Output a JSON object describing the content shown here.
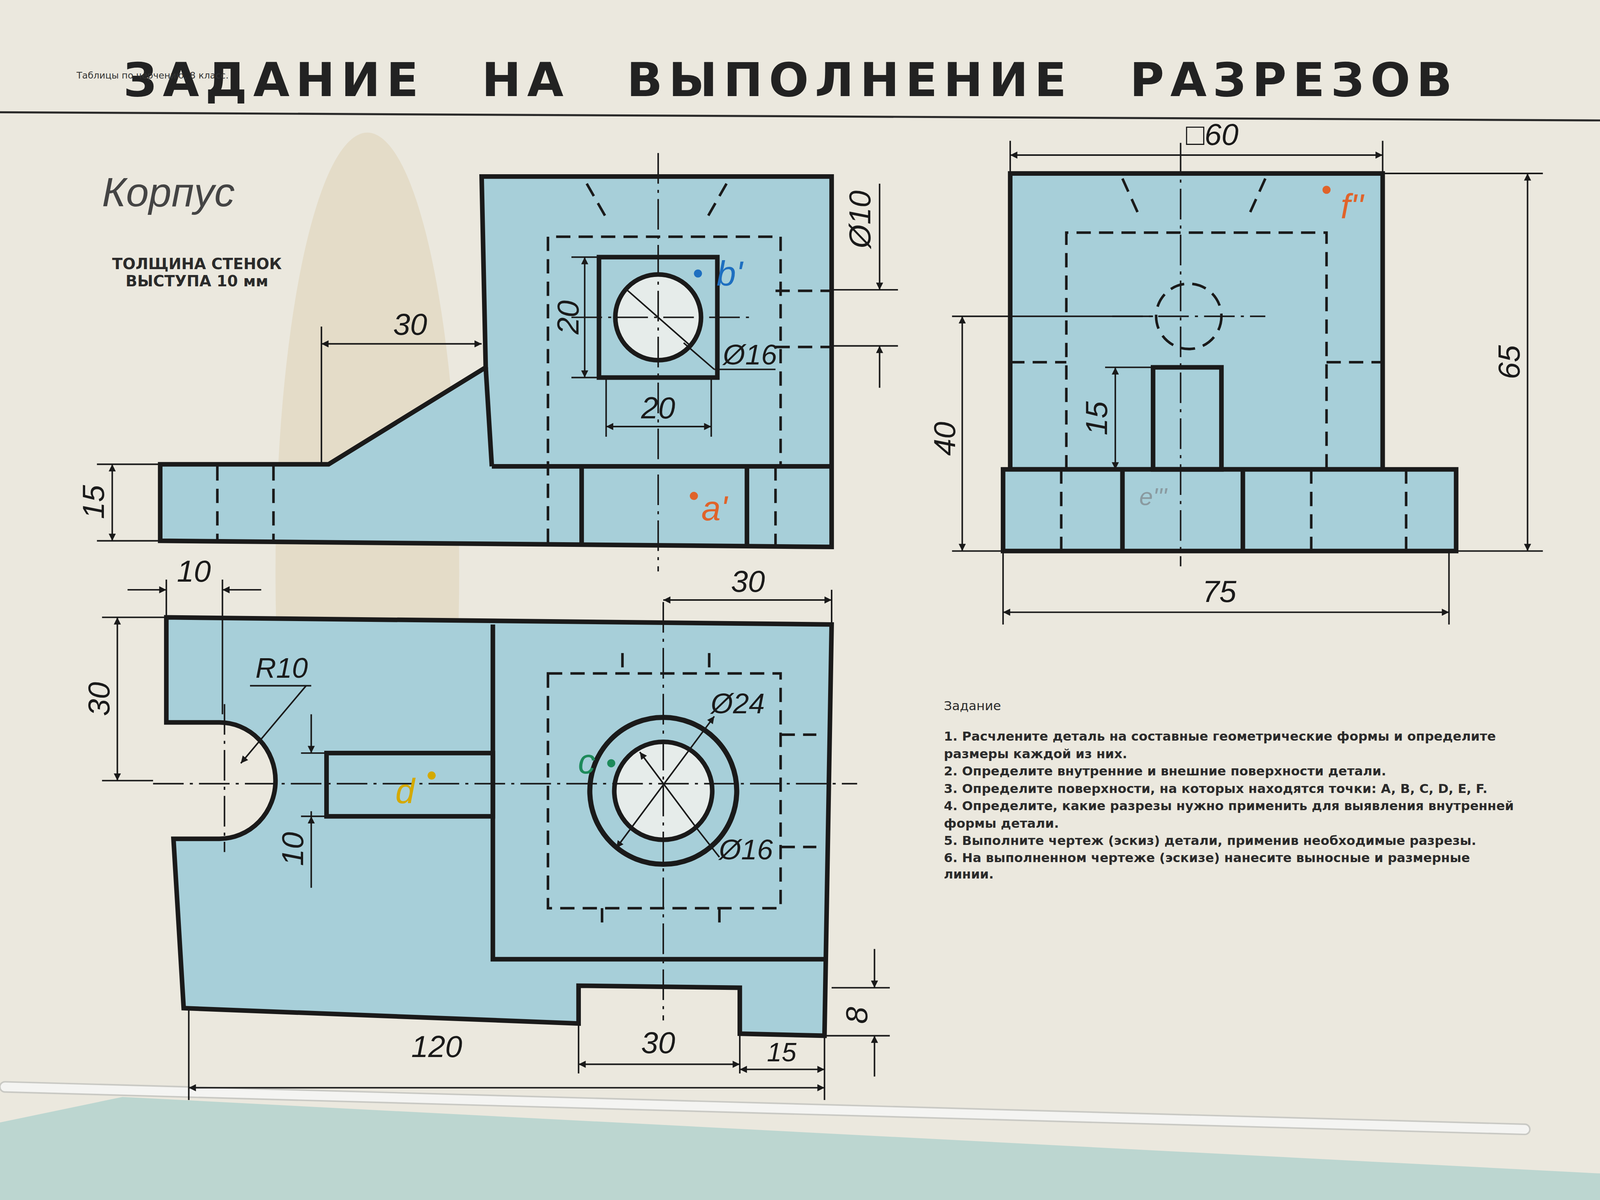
{
  "diagram": {
    "title": "ЗАДАНИЕ НА ВЫПОЛНЕНИЕ РАЗРЕЗОВ",
    "labels": [
      "Таблицы по черчению, 8 класс.",
      "Корпус",
      "ТОЛЩИНА СТЕНОК ВЫСТУПА 10 мм",
      "30",
      "Ø10",
      "20",
      "Ø16",
      "20",
      "15",
      "b'",
      "a'",
      "□60",
      "f''",
      "65",
      "40",
      "15",
      "e'''",
      "75",
      "10",
      "30",
      "30",
      "R10",
      "Ø24",
      "c",
      "d",
      "Ø16",
      "10",
      "8",
      "120",
      "30",
      "15",
      "Задание",
      "1. Расчлените деталь на составные геометрические формы и определите размеры каждой из них.",
      "2. Определите внутренние и внешние поверхности детали.",
      "3. Определите поверхности, на которых находятся точки: A, B, C, D, E, F.",
      "4. Определите, какие разрезы нужно применить для выявления внутренней формы детали.",
      "5. Выполните чертеж (эскиз) детали, применив необходимые разрезы.",
      "6. На выполненном чертеже (эскизе) нанесите выносные и размерные линии."
    ]
  }
}
